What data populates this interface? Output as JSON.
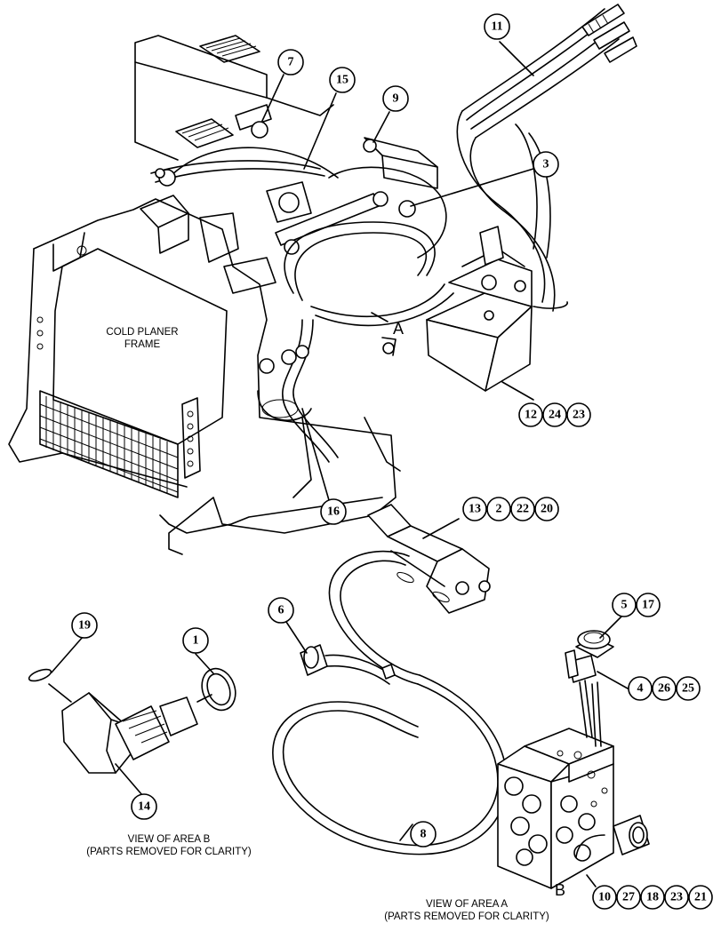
{
  "labels": {
    "frame_line1": "COLD PLANER",
    "frame_line2": "FRAME",
    "area_a_letter": "A",
    "area_b_letter": "B",
    "view_b_line1": "VIEW OF AREA B",
    "view_b_line2": "(PARTS REMOVED FOR CLARITY)",
    "view_a_line1": "VIEW OF AREA A",
    "view_a_line2": "(PARTS REMOVED FOR CLARITY)"
  },
  "callouts": {
    "c7": "7",
    "c15": "15",
    "c9": "9",
    "c11": "11",
    "c3": "3",
    "c12": "12",
    "c24": "24",
    "c23a": "23",
    "c16": "16",
    "c13": "13",
    "c2": "2",
    "c22": "22",
    "c20": "20",
    "c6": "6",
    "c5": "5",
    "c17": "17",
    "c4": "4",
    "c26": "26",
    "c25": "25",
    "c19": "19",
    "c1": "1",
    "c14": "14",
    "c8": "8",
    "c10": "10",
    "c27": "27",
    "c18": "18",
    "c23b": "23",
    "c21": "21"
  },
  "colors": {
    "ink": "#000000",
    "paper": "#ffffff"
  }
}
